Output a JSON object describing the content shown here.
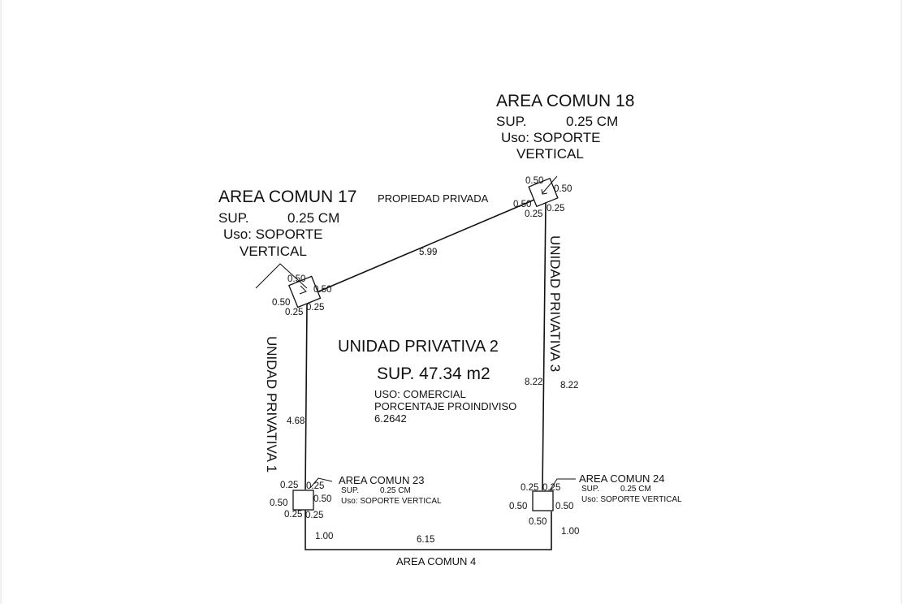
{
  "colors": {
    "line": "#111111",
    "background": "#ffffff"
  },
  "area_comun_18": {
    "title": "AREA COMUN 18",
    "sup_label": "SUP.",
    "sup_value": "0.25 CM",
    "uso_line1": "Uso: SOPORTE",
    "uso_line2": "VERTICAL"
  },
  "area_comun_17": {
    "title": "AREA COMUN 17",
    "sup_label": "SUP.",
    "sup_value": "0.25 CM",
    "uso_line1": "Uso: SOPORTE",
    "uso_line2": "VERTICAL"
  },
  "propiedad_privada": "PROPIEDAD PRIVADA",
  "unit": {
    "title": "UNIDAD PRIVATIVA  2",
    "sup": "SUP.  47.34 m2",
    "uso": "USO: COMERCIAL",
    "porcentaje_label": "PORCENTAJE PROINDIVISO",
    "porcentaje_value": "6.2642"
  },
  "neighbors": {
    "left": "UNIDAD PRIVATIVA 1",
    "right": "UNIDAD PRIVATIVA 3",
    "bottom": "AREA COMUN 4"
  },
  "area_comun_23": {
    "title": "AREA COMUN 23",
    "sup_label": "SUP.",
    "sup_value": "0.25 CM",
    "uso": "Uso: SOPORTE VERTICAL"
  },
  "area_comun_24": {
    "title": "AREA COMUN 24",
    "sup_label": "SUP.",
    "sup_value": "0.25 CM",
    "uso": "Uso: SOPORTE VERTICAL"
  },
  "dimensions": {
    "top_edge": "5.99",
    "left_edge": "4.68",
    "right_edge_inner": "8.22",
    "right_edge_outer": "8.22",
    "bottom_edge": "6.15",
    "bottom_left_offset": "1.00",
    "bottom_right_offset": "1.00",
    "col_17": {
      "top": "0.50",
      "right": "0.50",
      "left": "0.50",
      "bottom_a": "0.25",
      "bottom_b": "0.25"
    },
    "col_18": {
      "top": "0.50",
      "right": "0.50",
      "left": "0.50",
      "bottom_a": "0.25",
      "bottom_b": "0.25"
    },
    "col_23": {
      "top_a": "0.25",
      "top_b": "0.25",
      "right": "0.50",
      "left": "0.50",
      "bottom_a": "0.25",
      "bottom_b": "0.25"
    },
    "col_24": {
      "top_a": "0.25",
      "top_b": "0.25",
      "right": "0.50",
      "left": "0.50",
      "bottom": "0.50"
    }
  }
}
